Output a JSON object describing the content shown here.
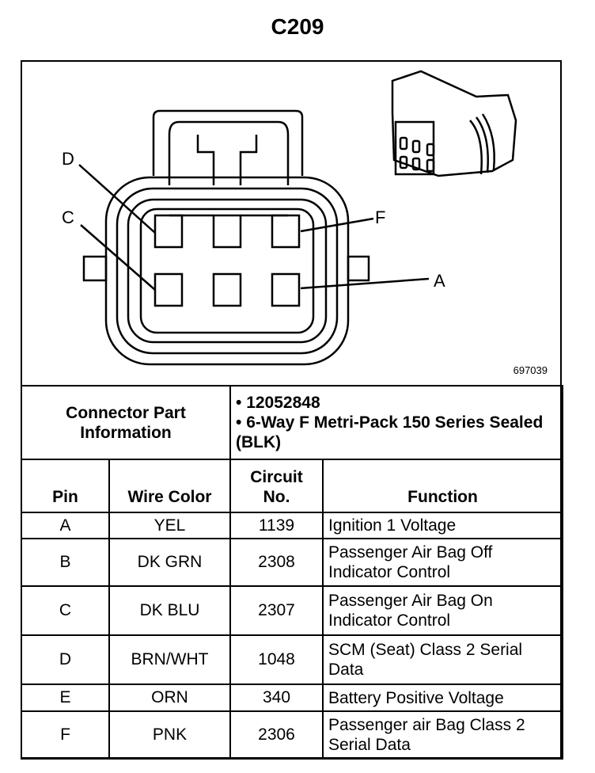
{
  "title": "C209",
  "figure_number": "697039",
  "pin_labels": [
    "D",
    "C",
    "F",
    "A"
  ],
  "part_info": {
    "label": "Connector Part Information",
    "items": [
      "12052848",
      "6-Way F Metri-Pack 150 Series Sealed (BLK)"
    ]
  },
  "headers": {
    "pin": "Pin",
    "wire": "Wire Color",
    "circuit": "Circuit No.",
    "function": "Function"
  },
  "rows": [
    {
      "pin": "A",
      "wire": "YEL",
      "circuit": "1139",
      "function": "Ignition 1 Voltage"
    },
    {
      "pin": "B",
      "wire": "DK GRN",
      "circuit": "2308",
      "function": "Passenger Air Bag Off Indicator Control"
    },
    {
      "pin": "C",
      "wire": "DK BLU",
      "circuit": "2307",
      "function": "Passenger Air Bag On Indicator Control"
    },
    {
      "pin": "D",
      "wire": "BRN/WHT",
      "circuit": "1048",
      "function": "SCM (Seat) Class 2 Serial Data"
    },
    {
      "pin": "E",
      "wire": "ORN",
      "circuit": "340",
      "function": "Battery Positive Voltage"
    },
    {
      "pin": "F",
      "wire": "PNK",
      "circuit": "2306",
      "function": "Passenger air Bag Class 2 Serial Data"
    }
  ]
}
